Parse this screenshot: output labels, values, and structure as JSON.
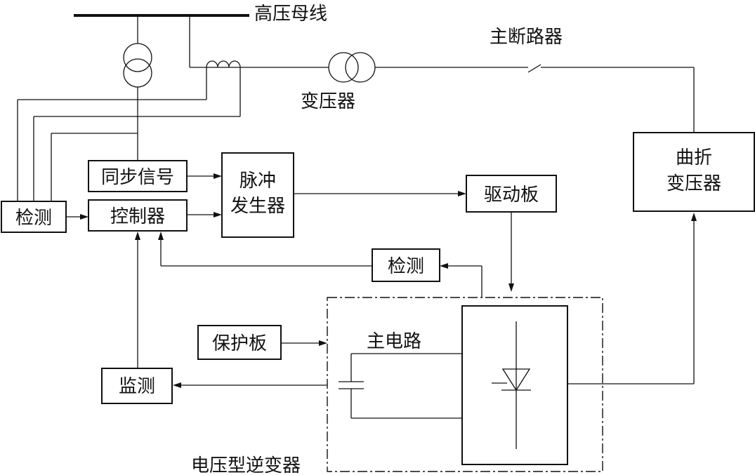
{
  "labels": {
    "bus": "高压母线",
    "main_breaker": "主断路器",
    "transformer": "变压器",
    "zigzag_transformer_line1": "曲折",
    "zigzag_transformer_line2": "变压器",
    "sync_signal": "同步信号",
    "pulse_generator_line1": "脉冲",
    "pulse_generator_line2": "发生器",
    "driver_board": "驱动板",
    "detect_left": "检测",
    "controller": "控制器",
    "detect_mid": "检测",
    "protection_board": "保护板",
    "main_circuit": "主电路",
    "monitor": "监测",
    "inverter": "电压型逆变器"
  }
}
